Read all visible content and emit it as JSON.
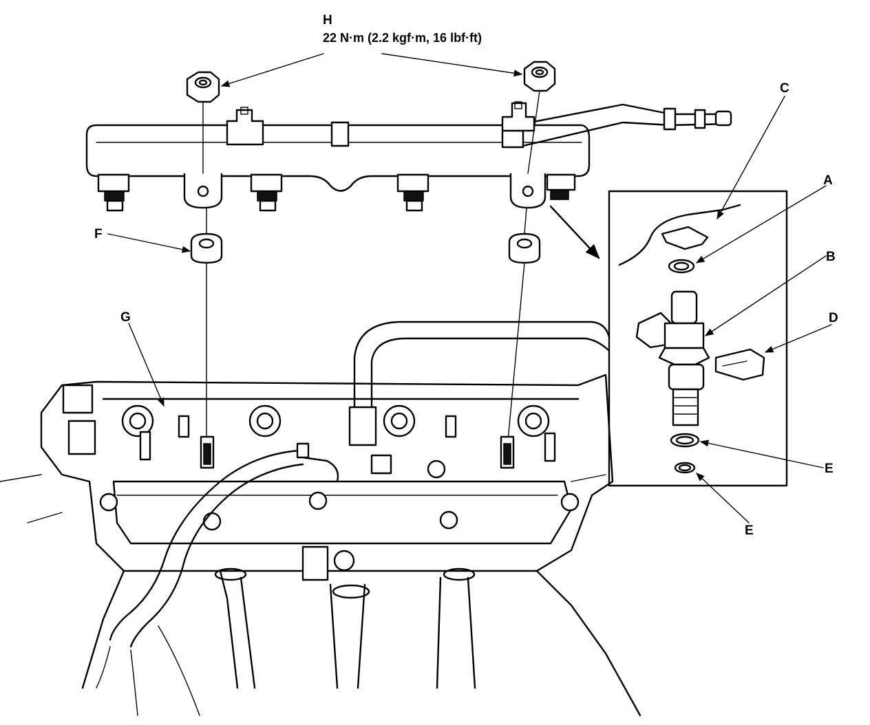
{
  "callouts": {
    "A": "A",
    "B": "B",
    "C": "C",
    "D": "D",
    "E1": "E",
    "E2": "E",
    "F": "F",
    "G": "G",
    "H": "H"
  },
  "torque_spec": "22 N·m (2.2 kgf·m, 16 lbf·ft)"
}
